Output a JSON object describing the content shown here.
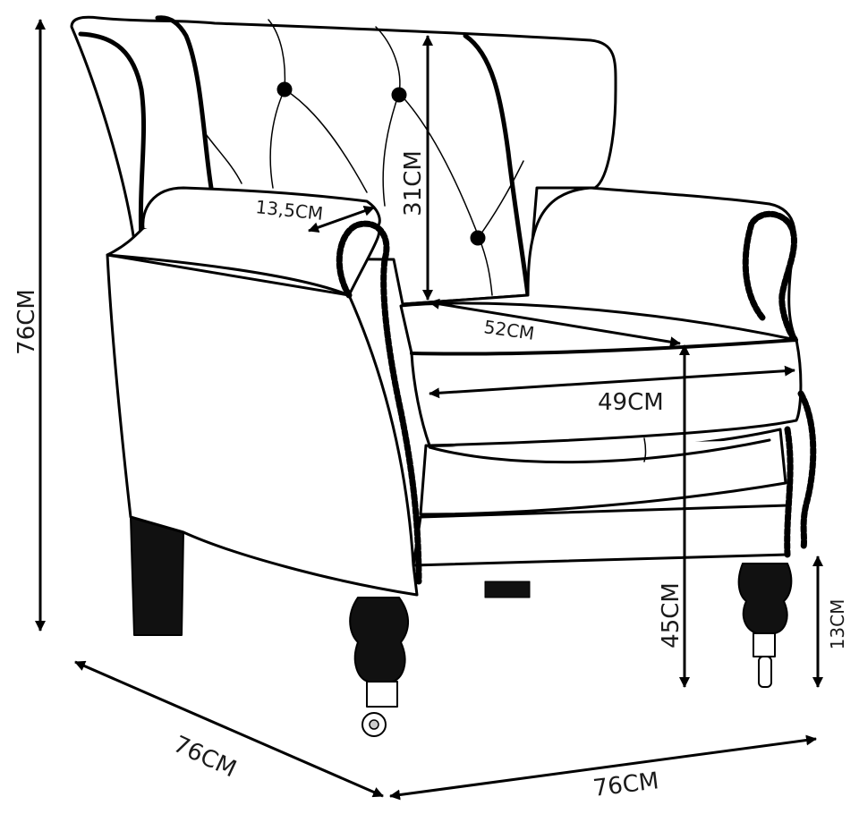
{
  "diagram": {
    "subject": "armchair-dimensions",
    "line_color": "#000000",
    "fill_color": "#ffffff",
    "dimensions": {
      "total_height": "76CM",
      "backrest_height": "31CM",
      "armrest_width": "13,5CM",
      "seat_depth": "52CM",
      "seat_width": "49CM",
      "seat_height": "45CM",
      "leg_height": "13CM",
      "depth": "76CM",
      "width": "76CM"
    }
  }
}
